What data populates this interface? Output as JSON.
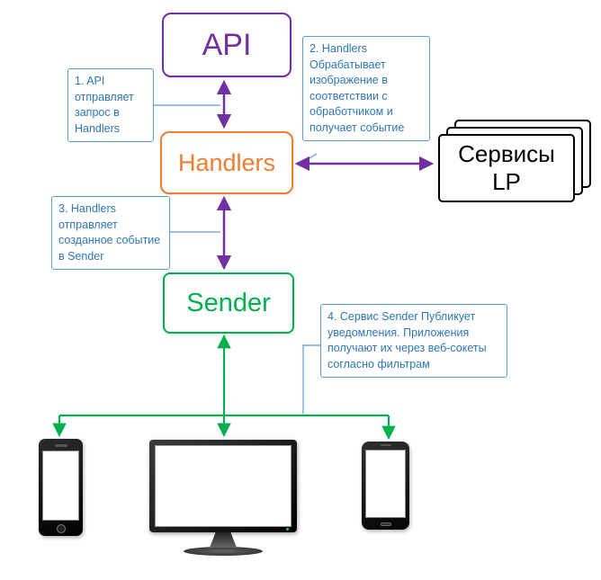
{
  "nodes": {
    "api": {
      "label": "API",
      "color": "#7030A0"
    },
    "handlers": {
      "label": "Handlers",
      "color": "#ED7D31"
    },
    "sender": {
      "label": "Sender",
      "color": "#00B050"
    },
    "services_lp": {
      "label": "Сервисы\nLP",
      "color": "#000000"
    }
  },
  "callouts": [
    {
      "text": "1. API отправляет запрос в Handlers"
    },
    {
      "text": "2. Handlers Обрабатывает изображение в соответствии с обработчиком и получает событие"
    },
    {
      "text": "3. Handlers отправляет созданное событие в Sender"
    },
    {
      "text": "4. Сервис Sender Публикует уведомления. Приложения получают их через веб-сокеты согласно фильтрам"
    }
  ],
  "devices": [
    {
      "name": "smartphone-left"
    },
    {
      "name": "desktop-monitor"
    },
    {
      "name": "smartphone-right"
    }
  ],
  "colors": {
    "purple_arrows": "#7030A0",
    "orange_node": "#ED7D31",
    "green_arrows": "#00B050",
    "blue_callouts": "#2E75B6",
    "black_stack": "#000000"
  }
}
